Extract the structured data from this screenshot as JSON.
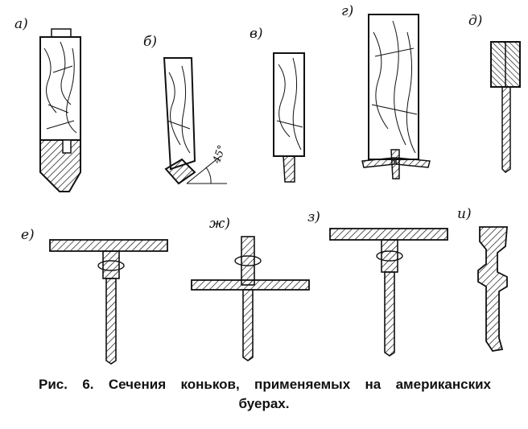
{
  "labels": {
    "a": "а)",
    "b": "б)",
    "v": "в)",
    "g": "г)",
    "d": "д)",
    "e": "е)",
    "zh": "ж)",
    "z": "з)",
    "i": "и)"
  },
  "angle_label": "45°",
  "caption": {
    "line1_words": [
      "Рис.",
      "6.",
      "Сечения",
      "коньков,",
      "применяемых",
      "на",
      "американских"
    ],
    "line2": "буерах."
  }
}
